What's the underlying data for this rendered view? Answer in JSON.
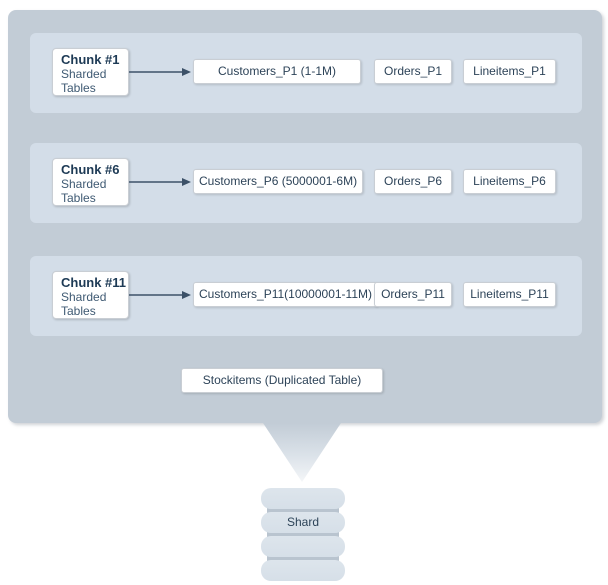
{
  "diagram": {
    "rows": [
      {
        "chunk_title": "Chunk #1",
        "chunk_subtitle": "Sharded Tables",
        "customers": "Customers_P1 (1-1M)",
        "orders": "Orders_P1",
        "lineitems": "Lineitems_P1"
      },
      {
        "chunk_title": "Chunk #6",
        "chunk_subtitle": "Sharded Tables",
        "customers": "Customers_P6 (5000001-6M)",
        "orders": "Orders_P6",
        "lineitems": "Lineitems_P6"
      },
      {
        "chunk_title": "Chunk #11",
        "chunk_subtitle": "Sharded Tables",
        "customers": "Customers_P11(10000001-11M)",
        "orders": "Orders_P11",
        "lineitems": "Lineitems_P11"
      }
    ],
    "duplicated_table_label": "Stockitems (Duplicated Table)",
    "shard_label": "Shard"
  },
  "colors": {
    "page-bg": "#ffffff",
    "outer-bg": "#c2ccd6",
    "row-bg": "#d3dde8",
    "box-bg": "#ffffff",
    "box-border": "#c9ced4",
    "text": "#2d4358",
    "title-text": "#1d3a55",
    "subtitle-text": "#3f5a73",
    "arrow": "#3c5168",
    "disc": "#d6dfe8",
    "disc-gap": "#b9c4cf",
    "funnel-tip": "#f4f6f8"
  }
}
